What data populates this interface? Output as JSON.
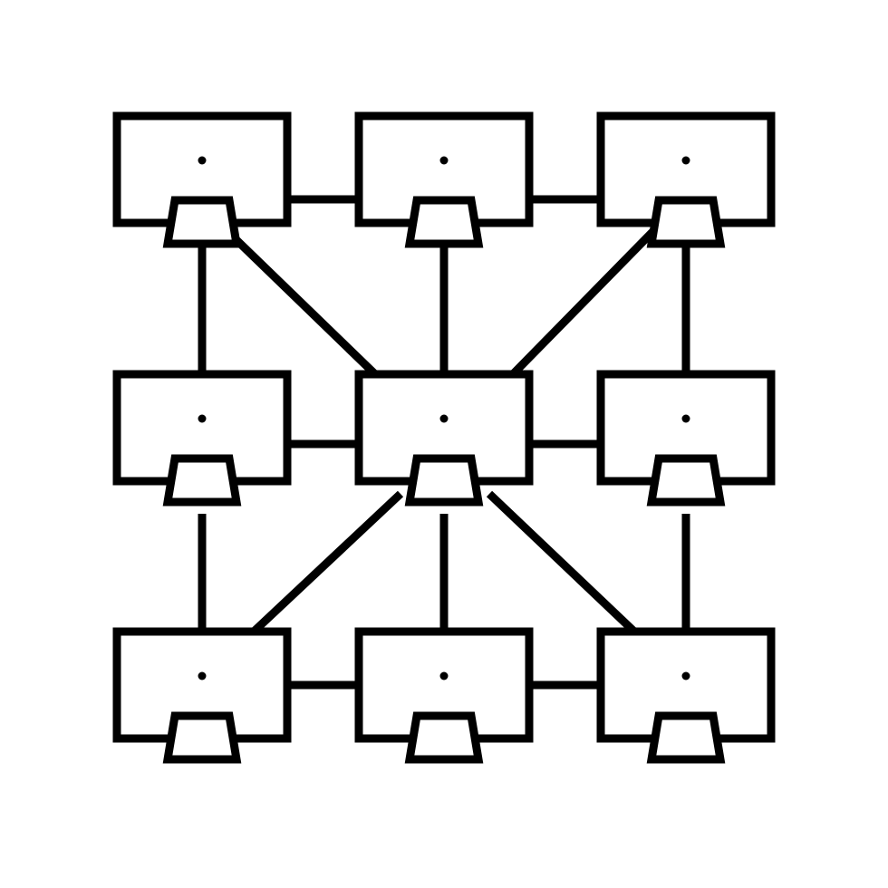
{
  "icon": {
    "name": "computer-network-line-icon",
    "style": "outline",
    "stroke_color": "#000000",
    "background_color": "#ffffff"
  },
  "monitors": [
    {
      "id": "m1",
      "row": 1,
      "col": 1,
      "icon": "monitor-icon"
    },
    {
      "id": "m2",
      "row": 1,
      "col": 2,
      "icon": "monitor-icon"
    },
    {
      "id": "m3",
      "row": 1,
      "col": 3,
      "icon": "monitor-icon"
    },
    {
      "id": "m4",
      "row": 2,
      "col": 1,
      "icon": "monitor-icon"
    },
    {
      "id": "m5",
      "row": 2,
      "col": 2,
      "icon": "monitor-icon"
    },
    {
      "id": "m6",
      "row": 2,
      "col": 3,
      "icon": "monitor-icon"
    },
    {
      "id": "m7",
      "row": 3,
      "col": 1,
      "icon": "monitor-icon"
    },
    {
      "id": "m8",
      "row": 3,
      "col": 2,
      "icon": "monitor-icon"
    },
    {
      "id": "m9",
      "row": 3,
      "col": 3,
      "icon": "monitor-icon"
    }
  ],
  "connections": [
    [
      "m1",
      "m2"
    ],
    [
      "m2",
      "m3"
    ],
    [
      "m4",
      "m5"
    ],
    [
      "m5",
      "m6"
    ],
    [
      "m7",
      "m8"
    ],
    [
      "m8",
      "m9"
    ],
    [
      "m1",
      "m4"
    ],
    [
      "m4",
      "m7"
    ],
    [
      "m2",
      "m5"
    ],
    [
      "m5",
      "m8"
    ],
    [
      "m3",
      "m6"
    ],
    [
      "m6",
      "m9"
    ],
    [
      "m1",
      "m5"
    ],
    [
      "m3",
      "m5"
    ],
    [
      "m5",
      "m7"
    ],
    [
      "m5",
      "m9"
    ]
  ]
}
